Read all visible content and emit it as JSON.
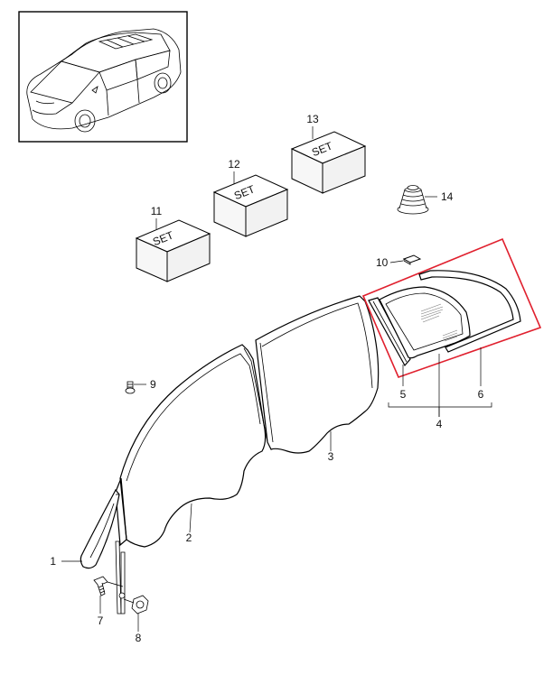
{
  "callouts": {
    "p1": "1",
    "p2": "2",
    "p3": "3",
    "p4": "4",
    "p5": "5",
    "p6": "6",
    "p7": "7",
    "p8": "8",
    "p9": "9",
    "p10": "10",
    "p11": "11",
    "p12": "12",
    "p13": "13",
    "p14": "14"
  },
  "set_label": "SET",
  "colors": {
    "highlight": "#e0202e",
    "line": "#000000"
  }
}
